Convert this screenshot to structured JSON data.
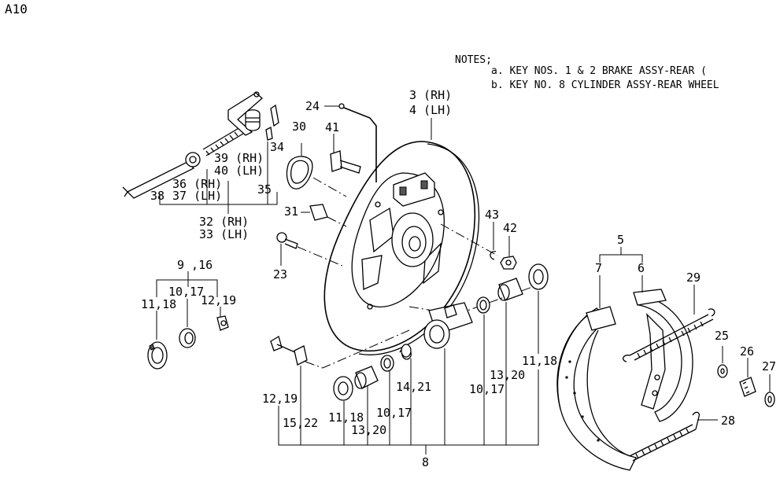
{
  "page_code": "A10",
  "notes": {
    "heading": "NOTES;",
    "lines": [
      "a. KEY NOS.   1 & 2  BRAKE ASSY-REAR     (",
      "b. KEY NO.   8  CYLINDER ASSY-REAR WHEEL"
    ]
  },
  "labels": {
    "p24": "24",
    "p3": "3  (RH)",
    "p4": "4  (LH)",
    "p30": "30",
    "p41": "41",
    "p34": "34",
    "p39": "39 (RH)",
    "p40": "40 (LH)",
    "p36": "36 (RH)",
    "p37": "37 (LH)",
    "p38": "38",
    "p35": "35",
    "p32": "32 (RH)",
    "p33": "33 (LH)",
    "p31": "31",
    "p23": "23",
    "p43": "43",
    "p42": "42",
    "p9_16": "9 ,16",
    "p10_17a": "10,17",
    "p11_18a": "11,18",
    "p12_19a": "12,19",
    "p5": "5",
    "p7": "7",
    "p6": "6",
    "p29": "29",
    "p25": "25",
    "p26": "26",
    "p27": "27",
    "p28": "28",
    "p11_18b": "11,18",
    "p13_20a": "13,20",
    "p10_17b": "10,17",
    "p14_21": "14,21",
    "p12_19b": "12,19",
    "p15_22": "15,22",
    "p11_18c": "11,18",
    "p13_20b": "13,20",
    "p10_17c": "10,17",
    "p8": "8"
  }
}
